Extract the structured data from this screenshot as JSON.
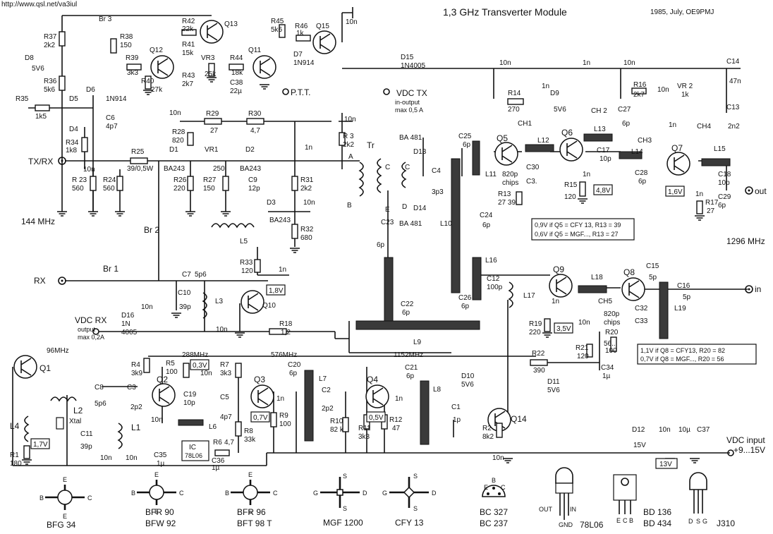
{
  "header": {
    "url": "http://www.qsl.net/va3iul",
    "title": "1,3 GHz  Transverter Module",
    "date": "1985, July, OE9PMJ"
  },
  "ports": {
    "txrx": "TX/RX",
    "rx": "RX",
    "in": "in",
    "out": "out",
    "ptt": "P.T.T.",
    "vdc_input": "VDC input",
    "vdc_range": "+9...15V",
    "vdc_tx": "VDC TX",
    "vdc_tx_note1": "in-output",
    "vdc_tx_note2": "max 0,5 A",
    "vdc_rx": "VDC RX",
    "vdc_rx_note1": "output",
    "vdc_rx_note2": "max 0,2A"
  },
  "freqs": [
    "144 MHz",
    "1296 MHz",
    "96MHz",
    "288MHz",
    "576MHz",
    "1152MHz"
  ],
  "labels": {
    "R37": [
      "R37",
      "2k2"
    ],
    "R36": [
      "R36",
      "5k6"
    ],
    "R35": [
      "R35",
      "1k5"
    ],
    "R34": [
      "R34",
      "1k8"
    ],
    "R23": [
      "R 23",
      "560"
    ],
    "R24": [
      "R24",
      "560"
    ],
    "R25": [
      "R25",
      "39/0,5W"
    ],
    "R26": [
      "R26",
      "220"
    ],
    "R27": [
      "R27",
      "150"
    ],
    "R28": [
      "R28",
      "820"
    ],
    "R29": [
      "R29",
      "27"
    ],
    "R30": [
      "R30",
      "4,7"
    ],
    "R31": [
      "R31",
      "2k2"
    ],
    "R32": [
      "R32",
      "680"
    ],
    "R33": [
      "R33",
      "120"
    ],
    "R38": [
      "R38",
      "150"
    ],
    "R39": [
      "R39",
      "3k3"
    ],
    "R40": [
      "R40",
      "27k"
    ],
    "R41": [
      "R41",
      "15k"
    ],
    "R42": [
      "R42",
      "22k"
    ],
    "R43": [
      "R43",
      "2k7"
    ],
    "R44": [
      "R44",
      "18k"
    ],
    "R45": [
      "R45",
      "5k6"
    ],
    "R46": [
      "R46",
      "1k"
    ],
    "R3": [
      "R 3",
      "2k2"
    ],
    "R14": [
      "R14",
      "270"
    ],
    "R15": [
      "R15",
      "120"
    ],
    "R16": [
      "R16",
      "2k7"
    ],
    "R17": [
      "R17",
      "27"
    ],
    "R13": [
      "R13",
      "27  39"
    ],
    "R18": [
      "R18",
      "1,2"
    ],
    "R19": [
      "R19",
      "220"
    ],
    "R20": [
      "R20",
      "56...",
      "100"
    ],
    "R21": [
      "R21",
      "120"
    ],
    "R22": [
      "R22",
      "390"
    ],
    "R1": [
      "R1",
      "180"
    ],
    "R4": [
      "R4",
      "3k9"
    ],
    "R5": [
      "R5",
      "100"
    ],
    "R7": [
      "R7",
      "3k3"
    ],
    "R8": [
      "R8",
      "33k"
    ],
    "R9": [
      "R9",
      "100"
    ],
    "R10": [
      "R10",
      "82 k"
    ],
    "R11": [
      "R11",
      "3k3"
    ],
    "R12": [
      "R12",
      "47"
    ],
    "R2": [
      "R2",
      "8k2"
    ],
    "R6": [
      "R6",
      "4,7"
    ],
    "VR1": [
      "VR1",
      "250"
    ],
    "VR2": [
      "VR 2",
      "1k"
    ],
    "VR3": [
      "VR3",
      "25k"
    ],
    "C38": [
      "C38",
      "22µ"
    ],
    "C6": [
      "C6",
      "4p7"
    ],
    "C9": [
      "C9",
      "12p"
    ],
    "C7": [
      "C7",
      "5p6"
    ],
    "C10": [
      "C10",
      "39p"
    ],
    "C4": [
      "C4",
      "3p3"
    ],
    "C23": [
      "C23",
      "6p"
    ],
    "C24": [
      "C24",
      "6p"
    ],
    "C25": [
      "C25",
      "6p"
    ],
    "C27": [
      "C27",
      "6p"
    ],
    "C28": [
      "C28",
      "6p"
    ],
    "C17": [
      "C17",
      "10p"
    ],
    "C18": [
      "C18",
      "10p"
    ],
    "C29": [
      "C29",
      "6p"
    ],
    "C14": [
      "C14",
      "47n"
    ],
    "C13": [
      "C13",
      "2n2"
    ],
    "C22": [
      "C22",
      "6p"
    ],
    "C26": [
      "C26",
      "6p"
    ],
    "C12": [
      "C12",
      "100p"
    ],
    "C15": [
      "C15",
      "5p"
    ],
    "C16": [
      "C16",
      "5p"
    ],
    "C34": [
      "C34",
      "1µ"
    ],
    "C8": [
      "C8",
      "5p6"
    ],
    "C11": [
      "C11",
      "39p"
    ],
    "C3": [
      "C3",
      "2p2"
    ],
    "C19": [
      "C19",
      "10p"
    ],
    "C5": [
      "C5",
      "4p7"
    ],
    "C20": [
      "C20",
      "6p"
    ],
    "C2": [
      "C2",
      "2p2"
    ],
    "C21": [
      "C21",
      "6p"
    ],
    "C1": [
      "C1",
      "1p"
    ],
    "C35": [
      "C35",
      "1µ"
    ],
    "C36": [
      "C36",
      "1µ"
    ],
    "C37": [
      "C37"
    ],
    "C30": [
      "C30"
    ],
    "C3b": [
      "C3."
    ],
    "C32": [
      "C32"
    ],
    "C33": [
      "C33"
    ],
    "D1": [
      "D1",
      "BA243"
    ],
    "D2": [
      "D2",
      "BA243"
    ],
    "D3": [
      "D3",
      "BA243"
    ],
    "D4": [
      "D4"
    ],
    "D5": [
      "D5"
    ],
    "D6": [
      "D6",
      "1N914"
    ],
    "D7": [
      "D7",
      "1N914"
    ],
    "D8": [
      "D8",
      "5V6"
    ],
    "D9": [
      "D9",
      "5V6"
    ],
    "D10": [
      "D10",
      "5V6"
    ],
    "D11": [
      "D11",
      "5V6"
    ],
    "D12": [
      "D12",
      "15V"
    ],
    "D13": [
      "D13",
      "BA 481"
    ],
    "D14": [
      "D14",
      "BA 481"
    ],
    "D15": [
      "D15",
      "1N4005"
    ],
    "D16": [
      "D16",
      "1N",
      "4005"
    ],
    "Q1": "Q1",
    "Q2": "Q2",
    "Q3": "Q3",
    "Q4": "Q4",
    "Q5": "Q5",
    "Q6": "Q6",
    "Q7": "Q7",
    "Q8": "Q8",
    "Q9": "Q9",
    "Q10": "Q10",
    "Q11": "Q11",
    "Q12": "Q12",
    "Q13": "Q13",
    "Q14": "Q14",
    "Q15": "Q15",
    "L1": "L1",
    "L2": "L2",
    "L3": "L3",
    "L4": "L4",
    "L5": "L5",
    "L6": "L6",
    "L7": "L7",
    "L8": "L8",
    "L9": "L9",
    "L10": "L10",
    "L11": "L11",
    "L12": "L12",
    "L13": "L13",
    "L14": "L14",
    "L15": "L15",
    "L16": "L16",
    "L17": "L17",
    "L18": "L18",
    "L19": "L19",
    "Br1": "Br 1",
    "Br2": "Br 2",
    "Br3": "Br 3",
    "CH1": "CH1",
    "CH2": "CH 2",
    "CH3": "CH3",
    "CH4": "CH4",
    "CH5": "CH5",
    "Tr": "Tr",
    "Xtal": "Xtal",
    "IC": "IC",
    "IC_part": "78L06",
    "chips1": [
      "820p",
      "chips"
    ],
    "chips2": [
      "820p",
      "chips"
    ],
    "n10": "10n",
    "n1": "1n",
    "n10b": "10µ"
  },
  "voltages": [
    "0,3V",
    "0,7V",
    "0,5V",
    "1,7V",
    "1,8V",
    "4,8V",
    "1,6V",
    "3,5V",
    "13V"
  ],
  "notes": {
    "q5_a": "0,9V  if  Q5 = CFY 13,  R13 = 39",
    "q5_b": "0,6V  if  Q5 = MGF...,  R13 = 27",
    "q8_a": "1,1V  if  Q8 = CFY13,  R20 = 82",
    "q8_b": "0,7V  if  Q8 = MGF...,  R20 = 56"
  },
  "pinouts": [
    {
      "name": "BFG 34",
      "pins": [
        "B",
        "E",
        "C",
        "E"
      ]
    },
    {
      "name": "BFR 90",
      "name2": "BFW 92",
      "pins": [
        "B",
        "E",
        "C",
        "E"
      ]
    },
    {
      "name": "BFR 96",
      "name2": "BFT 98 T",
      "pins": [
        "B",
        "E",
        "C",
        "E"
      ]
    },
    {
      "name": "MGF 1200",
      "pins": [
        "G",
        "S",
        "D",
        "S"
      ]
    },
    {
      "name": "CFY 13",
      "pins": [
        "G",
        "S",
        "D",
        "S"
      ]
    },
    {
      "name": "BC 327",
      "name2": "BC 237",
      "pins": [
        "B",
        "E",
        "C"
      ]
    },
    {
      "name": "78L06",
      "pins": [
        "OUT",
        "GND",
        "IN"
      ]
    },
    {
      "name": "BD 136",
      "name2": "BD 434",
      "pins": [
        "E",
        "C",
        "B"
      ]
    },
    {
      "name": "J310",
      "pins": [
        "D",
        "S",
        "G"
      ]
    }
  ]
}
